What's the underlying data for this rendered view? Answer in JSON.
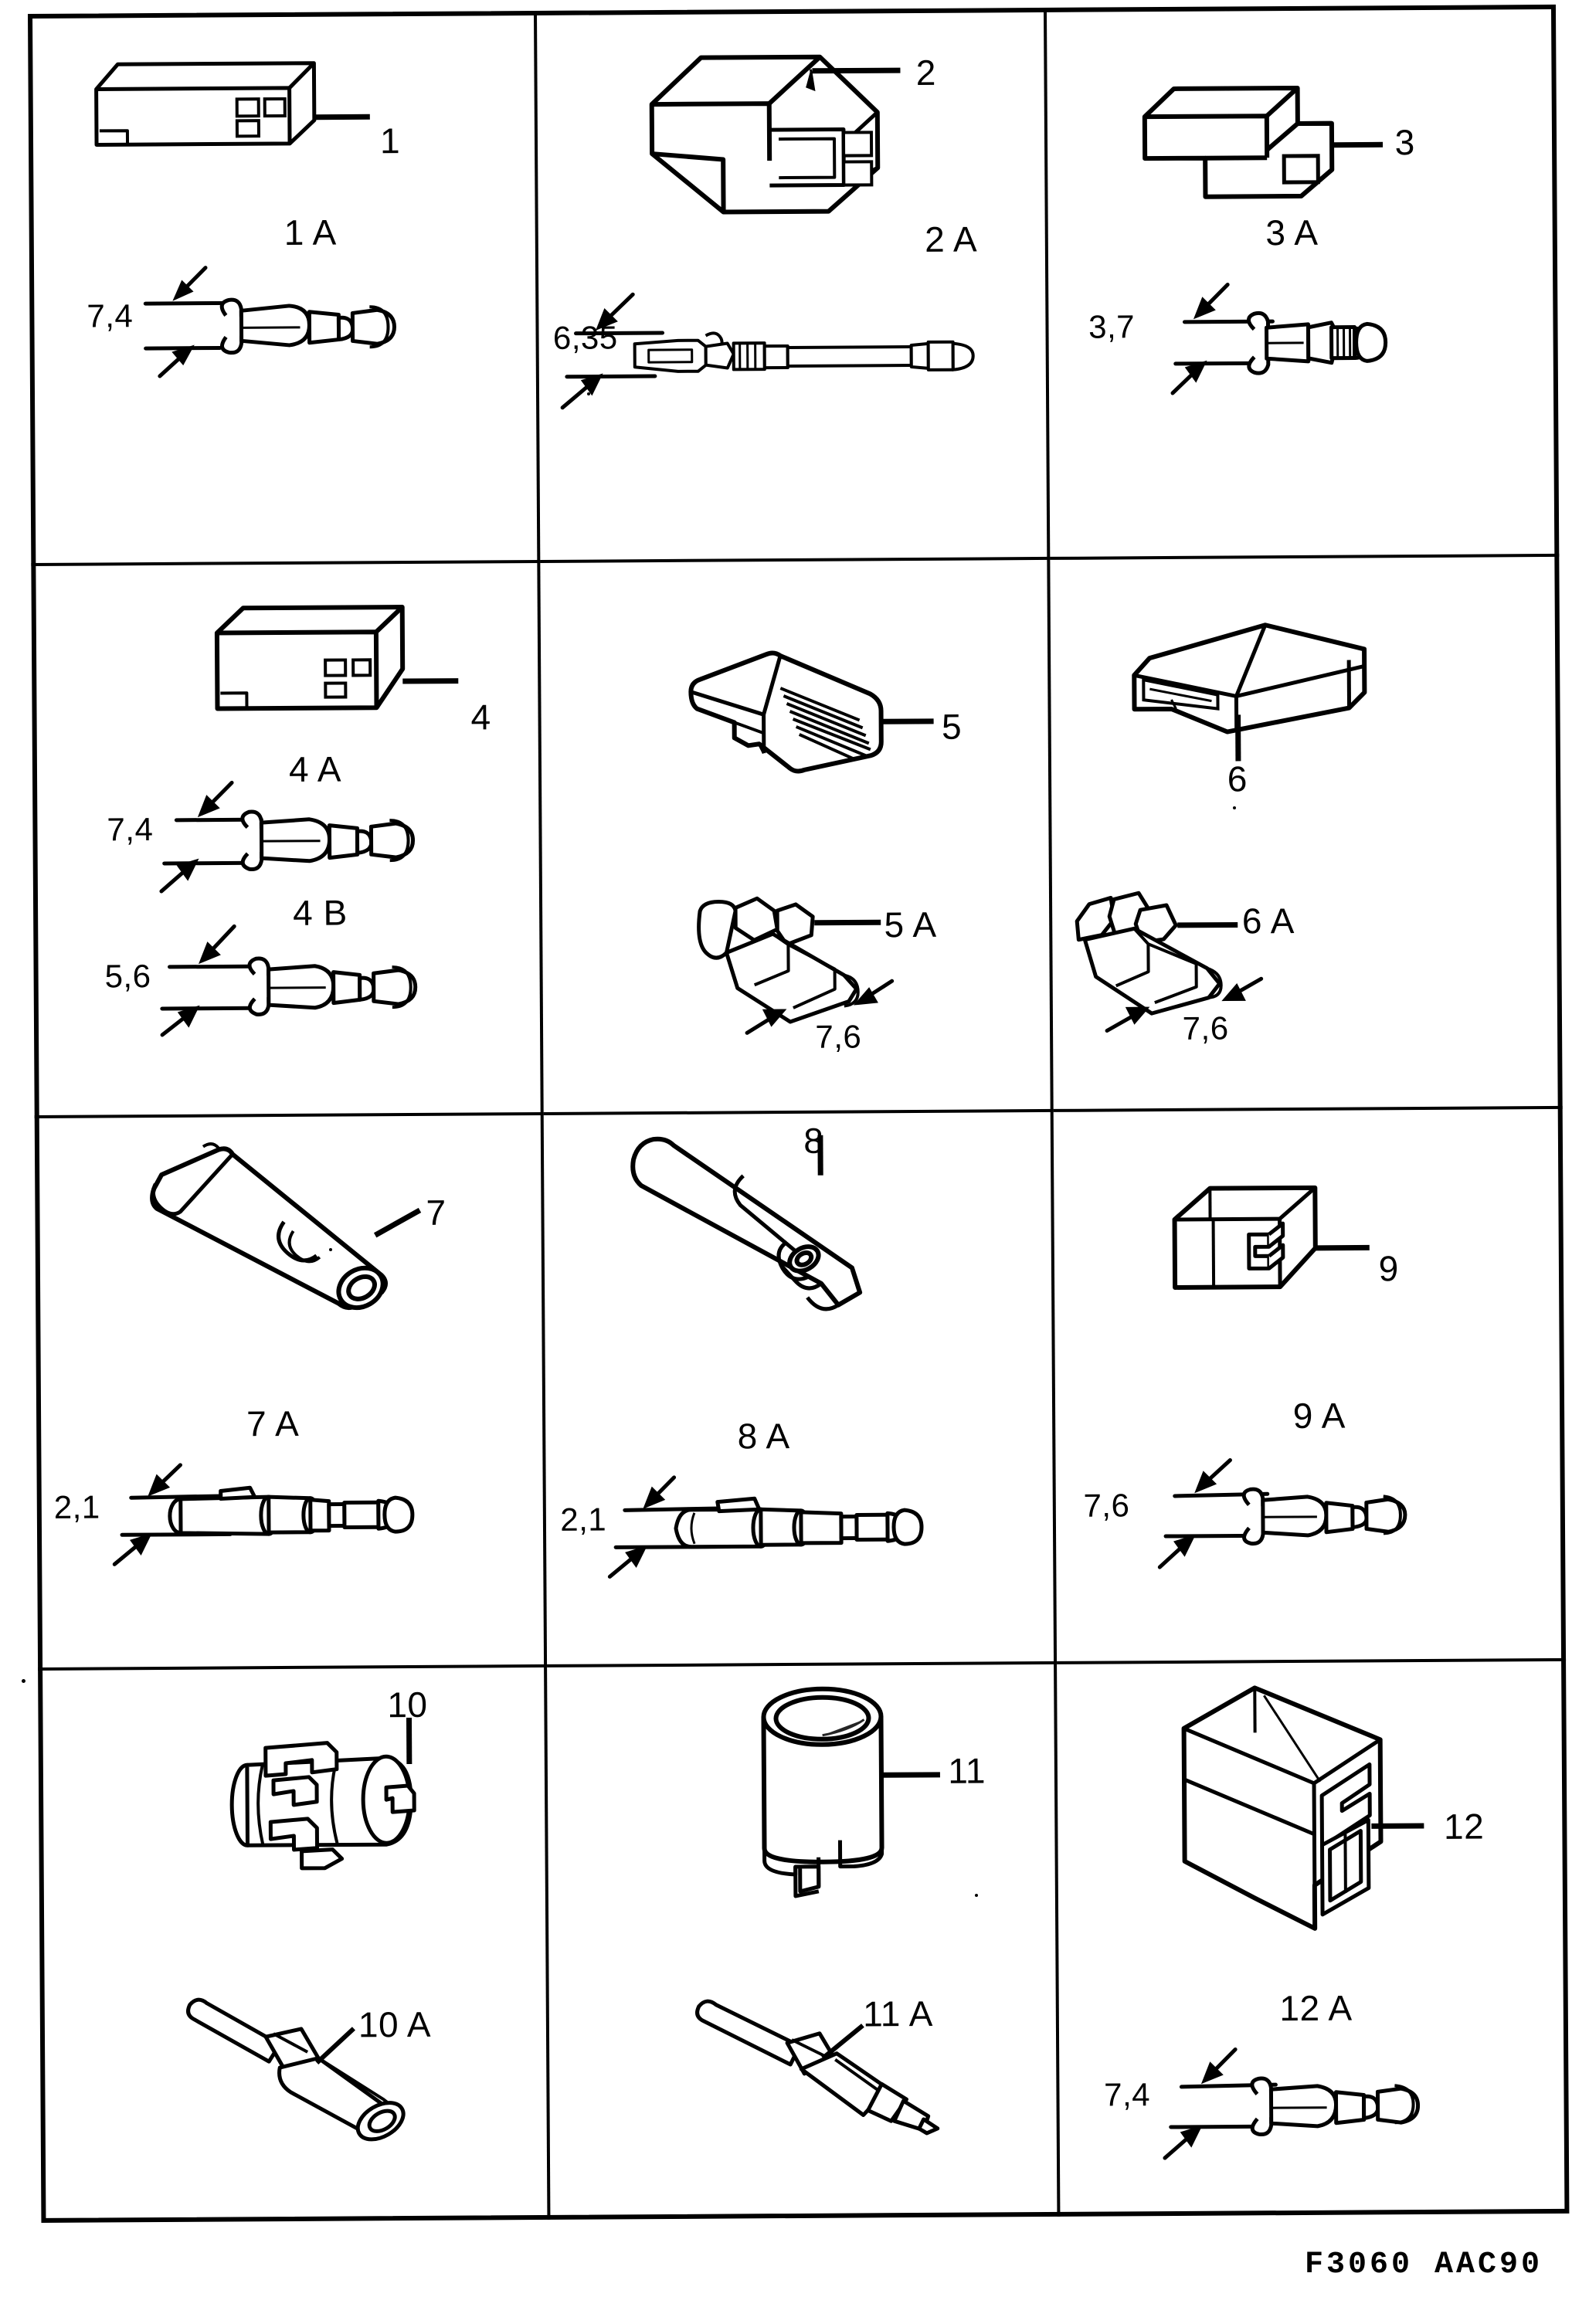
{
  "document": {
    "kind": "parts-illustration-sheet",
    "footer_code": "F3060 AAC90",
    "grid": {
      "columns": 3,
      "rows": 4
    }
  },
  "cells": [
    {
      "id": "cell-1",
      "housing": {
        "label": "1",
        "shape": "rect-block-2way"
      },
      "terminals": [
        {
          "label": "1 A",
          "dimension": "7,4",
          "shape": "male-blade-pin"
        }
      ]
    },
    {
      "id": "cell-2",
      "housing": {
        "label": "2",
        "shape": "rect-block-slotted"
      },
      "terminals": [
        {
          "label": "2 A",
          "dimension": "6,35",
          "shape": "long-pin-sleeve"
        }
      ]
    },
    {
      "id": "cell-3",
      "housing": {
        "label": "3",
        "shape": "small-square-block"
      },
      "terminals": [
        {
          "label": "3 A",
          "dimension": "3,7",
          "shape": "short-blade-pin"
        }
      ]
    },
    {
      "id": "cell-4",
      "housing": {
        "label": "4",
        "shape": "rect-block-2way"
      },
      "terminals": [
        {
          "label": "4 A",
          "dimension": "7,4",
          "shape": "male-blade-pin"
        },
        {
          "label": "4 B",
          "dimension": "5,6",
          "shape": "male-blade-pin"
        }
      ]
    },
    {
      "id": "cell-5",
      "housing": {
        "label": "5",
        "shape": "ribbed-angled-block"
      },
      "terminals": [
        {
          "label": "5 A",
          "dimension": "7,6",
          "shape": "female-spade-receptacle"
        }
      ]
    },
    {
      "id": "cell-6",
      "housing": {
        "label": "6",
        "shape": "open-shell-block"
      },
      "terminals": [
        {
          "label": "6 A",
          "dimension": "7,6",
          "shape": "female-spade-receptacle"
        }
      ]
    },
    {
      "id": "cell-7",
      "housing": {
        "label": "7",
        "shape": "cylindrical-sleeve-open"
      },
      "terminals": [
        {
          "label": "7 A",
          "dimension": "2,1",
          "shape": "round-bullet-socket"
        }
      ]
    },
    {
      "id": "cell-8",
      "housing": {
        "label": "8",
        "shape": "cylindrical-sleeve-slotted"
      },
      "terminals": [
        {
          "label": "8 A",
          "dimension": "2,1",
          "shape": "round-bullet-pin"
        }
      ]
    },
    {
      "id": "cell-9",
      "housing": {
        "label": "9",
        "shape": "small-keyed-block"
      },
      "terminals": [
        {
          "label": "9 A",
          "dimension": "7,6",
          "shape": "male-blade-pin"
        }
      ]
    },
    {
      "id": "cell-10",
      "housing": {
        "label": "10",
        "shape": "round-latched-connector"
      },
      "terminals": [
        {
          "label": "10 A",
          "dimension": "",
          "shape": "wire-with-socket"
        }
      ]
    },
    {
      "id": "cell-11",
      "housing": {
        "label": "11",
        "shape": "open-round-cup"
      },
      "terminals": [
        {
          "label": "11 A",
          "dimension": "",
          "shape": "wire-with-pin"
        }
      ]
    },
    {
      "id": "cell-12",
      "housing": {
        "label": "12",
        "shape": "tall-rect-block"
      },
      "terminals": [
        {
          "label": "12 A",
          "dimension": "7,4",
          "shape": "male-blade-pin"
        }
      ]
    }
  ]
}
